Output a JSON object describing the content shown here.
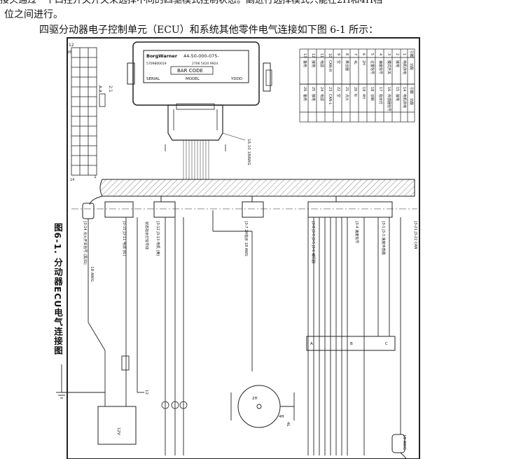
{
  "page": {
    "top_cut_line": "接头通过一个口控开关开关来选择不同的四驱模式控制状态。閟进行选择模式只能在2H和4H档",
    "line_2": "位之间进行。",
    "line_3": "四驱分动器电子控制单元（ECU）和系统其他零件电气连接如下图 6-1 所示：",
    "figure_caption": "图6-1. 分动器ECU电气连接图"
  },
  "ecu_label": {
    "brand": "BorgWarner",
    "part_no": "44-50-000-075-",
    "line_small_left": "5709800019",
    "line_small_right": "2706 5420 9924",
    "barcode_text": "BAR CODE",
    "serial": "SERIAL",
    "model": "MODEL",
    "yddd": "YDDD"
  },
  "labels": {
    "section_a": "A-A",
    "section_ratio": "2:1",
    "wire_gauge_16_10": "16.10 18AWG",
    "pin_12": "12",
    "pin_26": "26",
    "pin_1": "1",
    "pin_14": "14",
    "battery": "12V",
    "ground": "12",
    "wire_18awg": "18 AWG",
    "motor_2h": "2H",
    "motor_4h": "4H",
    "motor_4l": "4L",
    "connector_A": "A",
    "connector_B": "B",
    "connector_C": "C"
  },
  "pin_table": {
    "headers": [
      "引脚",
      "功能",
      "引脚",
      "功能"
    ],
    "rows": [
      [
        "1",
        "电机供电",
        "14",
        "电机供电"
      ],
      [
        "2",
        "接地",
        "15",
        "接地"
      ],
      [
        "3",
        "模式开关",
        "16",
        "传感器信号"
      ],
      [
        "4",
        "速度信号",
        "17",
        "指示灯"
      ],
      [
        "5",
        "位置信号",
        "18",
        "诊断"
      ],
      [
        "6",
        "2H",
        "19",
        "4H"
      ],
      [
        "7",
        "4L",
        "20",
        "N"
      ],
      [
        "8",
        "离合器",
        "21",
        "点火"
      ],
      [
        "9",
        "空",
        "22",
        "空"
      ],
      [
        "10",
        "CAN-H",
        "23",
        "CAN-L"
      ],
      [
        "11",
        "电源",
        "24",
        "电源"
      ],
      [
        "12",
        "接地",
        "25",
        "接地"
      ],
      [
        "13",
        "备用",
        "26",
        "备用"
      ]
    ]
  },
  "wire_labels": [
    "J3-14 点火开关信号 (黑/白)",
    "J3-15 J3-11 电源 (红)",
    "J3-12 J3-13 电机 (黄)",
    "状态指示灯信号线",
    "J3-7 2H指示 18 AWG",
    "J3-8 J3-9 J3-5 J3-6 编码器",
    "J3-4 速度信号",
    "J3-1 J3-3 速度传感器",
    "J3-21 J3-22 CAN"
  ]
}
